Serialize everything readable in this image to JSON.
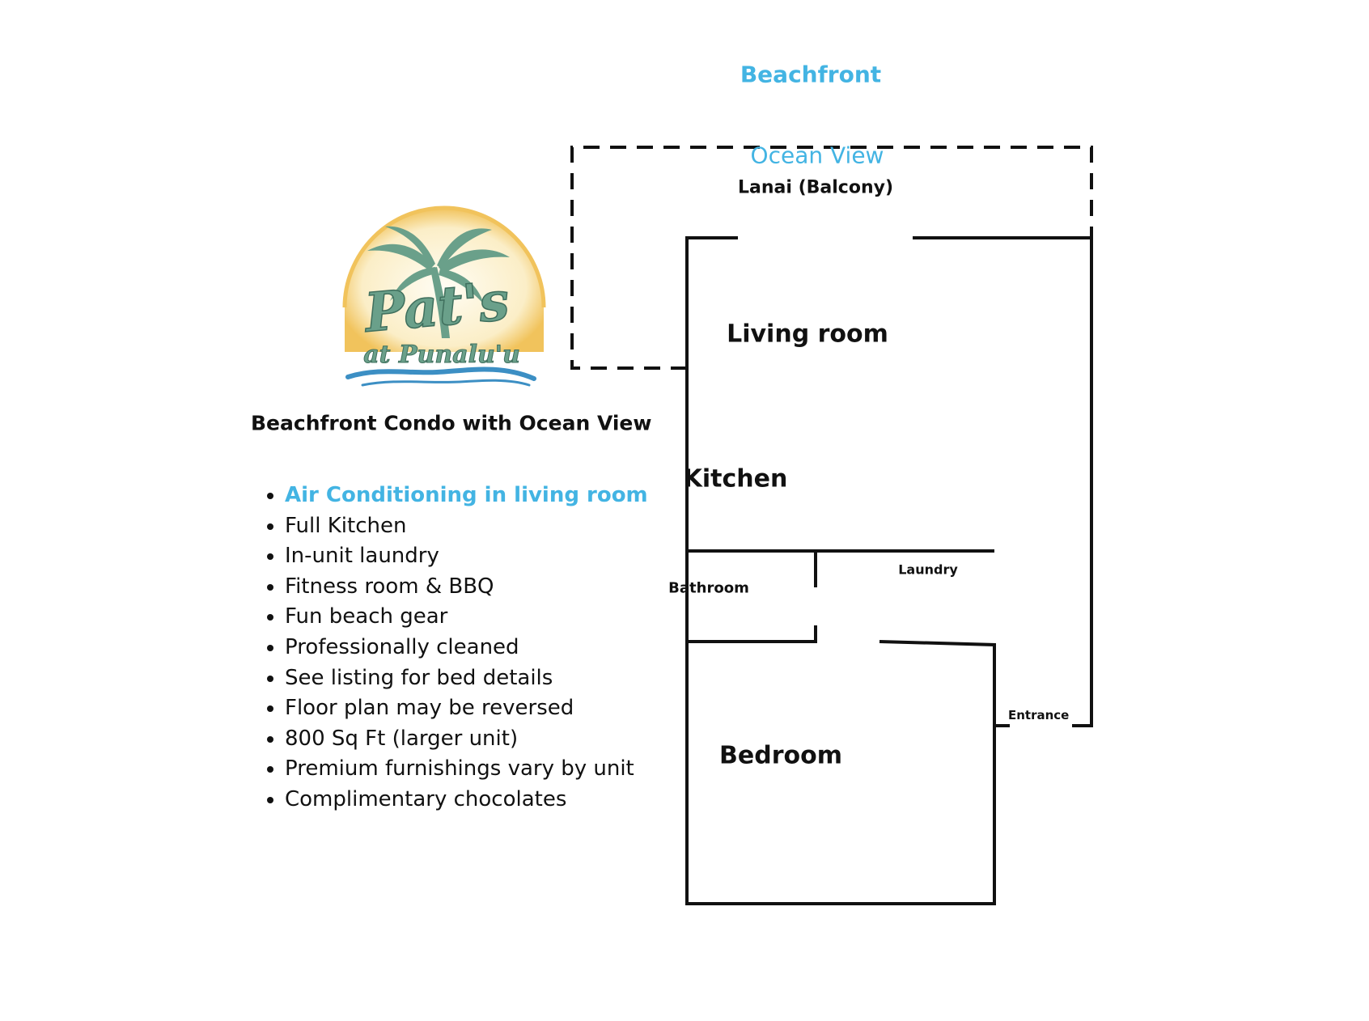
{
  "colors": {
    "accent": "#43b4e3",
    "ink": "#111111",
    "logo_text": "#6aa08a",
    "sun": "#f1c35c",
    "wave": "#3c8fc4"
  },
  "logo": {
    "line1": "Pat's",
    "line2": "at Punalu'u"
  },
  "title": "Beachfront Condo with Ocean View",
  "features": [
    {
      "text": "Air Conditioning in living room",
      "highlight": true
    },
    {
      "text": "Full Kitchen",
      "highlight": false
    },
    {
      "text": "In-unit laundry",
      "highlight": false
    },
    {
      "text": "Fitness room & BBQ",
      "highlight": false
    },
    {
      "text": "Fun beach gear",
      "highlight": false
    },
    {
      "text": "Professionally cleaned",
      "highlight": false
    },
    {
      "text": "See listing for bed details",
      "highlight": false
    },
    {
      "text": "Floor plan may be reversed",
      "highlight": false
    },
    {
      "text": "800 Sq Ft (larger unit)",
      "highlight": false
    },
    {
      "text": "Premium furnishings vary by unit",
      "highlight": false
    },
    {
      "text": "Complimentary chocolates",
      "highlight": false
    }
  ],
  "floorplan": {
    "beachfront": "Beachfront",
    "ocean_view": "Ocean View",
    "lanai": "Lanai (Balcony)",
    "living_room": "Living room",
    "kitchen": "Kitchen",
    "bathroom": "Bathroom",
    "laundry": "Laundry",
    "entrance": "Entrance",
    "bedroom": "Bedroom"
  }
}
